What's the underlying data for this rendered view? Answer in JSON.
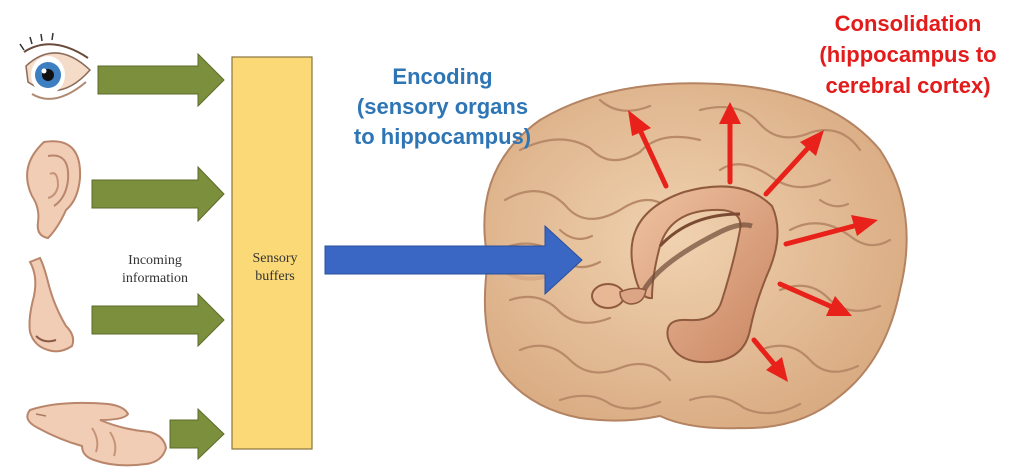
{
  "labels": {
    "encoding": "Encoding\n(sensory organs\nto hippocampus)",
    "consolidation": "Consolidation\n(hippocampus to\ncerebral cortex)",
    "incoming_information": "Incoming\ninformation",
    "sensory_buffers": "Sensory\nbuffers"
  },
  "sense_organs": [
    "eye",
    "ear",
    "nose",
    "finger"
  ],
  "colors": {
    "encoding_text": "#2e75b6",
    "encoding_arrow": "#3a66c4",
    "consolidation_text": "#e31b1b",
    "consolidation_arrows": "#e8221a",
    "input_arrows": "#7c8f3c",
    "sensory_buffer_fill": "#fbd977",
    "brain": "#e2bd98",
    "hippocampus": "#d99e7c"
  }
}
